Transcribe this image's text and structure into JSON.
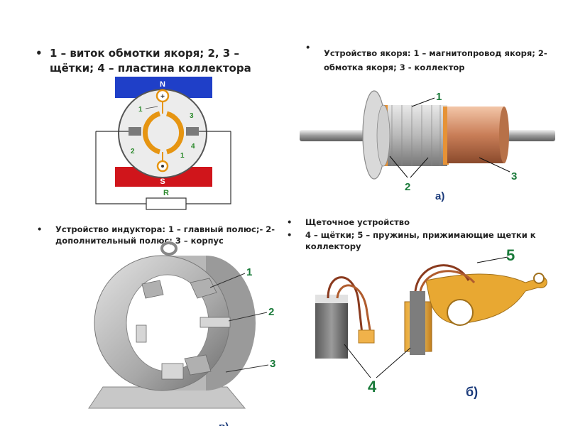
{
  "captions": {
    "armature_turn": "1 – виток обмотки якоря; 2, 3 – щётки; 4 – пластина коллектора",
    "armature_device": "Устройство якоря:  1  – магнитопровод якоря; 2- обмотка якоря; 3 - коллектор",
    "inductor_device": "Устройство индуктора: 1 – главный полюс;- 2- дополнительный полюс;  3 – корпус",
    "brush_device": "Щеточное устройство",
    "brush_parts": "4 – щётки; 5 – пружины, прижимающие щетки к коллектору"
  },
  "bullet": "•",
  "schematic": {
    "north": "N",
    "south": "S",
    "resistor": "R",
    "plus": "+",
    "n1": "1",
    "n2": "2",
    "n3": "3",
    "n4": "4",
    "n1b": "1",
    "colors": {
      "north": "#1f3fc8",
      "south": "#d0151b",
      "ring": "#e69512",
      "label": "#2c8a2c"
    }
  },
  "armature": {
    "n1": "1",
    "n2": "2",
    "n3": "3",
    "fig": "а)"
  },
  "inductor": {
    "n1": "1",
    "n2": "2",
    "n3": "3",
    "fig": "в)"
  },
  "brushes": {
    "n4": "4",
    "n5": "5",
    "fig": "б)",
    "label_color": "#1a7a3a"
  }
}
